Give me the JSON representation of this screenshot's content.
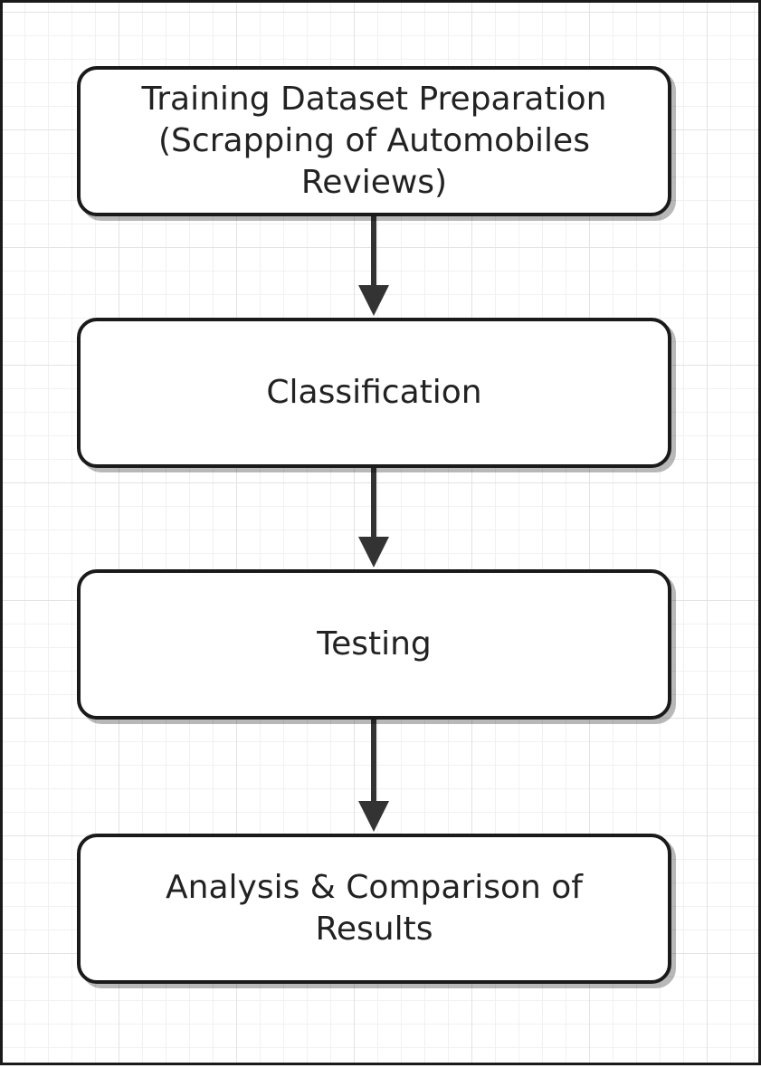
{
  "diagram": {
    "type": "flowchart",
    "direction": "top-to-bottom",
    "nodes": [
      {
        "id": "n1",
        "label": "Training Dataset Preparation\n(Scrapping of Automobiles\nReviews)"
      },
      {
        "id": "n2",
        "label": "Classification"
      },
      {
        "id": "n3",
        "label": "Testing"
      },
      {
        "id": "n4",
        "label": "Analysis & Comparison of\nResults"
      }
    ],
    "edges": [
      {
        "from": "n1",
        "to": "n2"
      },
      {
        "from": "n2",
        "to": "n3"
      },
      {
        "from": "n3",
        "to": "n4"
      }
    ],
    "colors": {
      "stroke": "#1a1a1a",
      "node_fill": "#ffffff",
      "text": "#222222",
      "grid": "#e3e3e3"
    }
  }
}
